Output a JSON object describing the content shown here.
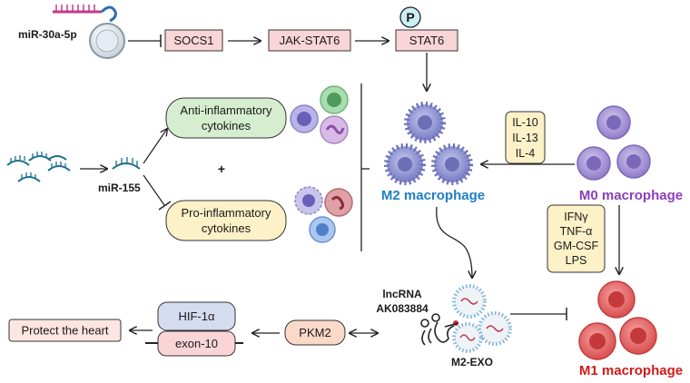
{
  "colors": {
    "pink_box": "#f9d5d8",
    "yellow_box": "#fdf1c8",
    "blue_box": "#d6dcef",
    "m2_label": "#1f7fc4",
    "m0_label": "#8b3fb8",
    "m1_label": "#d11a1a",
    "m2_cell": "#9a9ed8",
    "m0_cell": "#a998d6",
    "m1_cell": "#e96a6a"
  },
  "top_pathway": {
    "mirna": "miR-30a-5p",
    "socs1": "SOCS1",
    "jak_stat6": "JAK-STAT6",
    "stat6": "STAT6",
    "phospho": "P"
  },
  "mir155": {
    "label": "miR-155",
    "plus": "+",
    "anti": [
      "Anti-inflammatory",
      "cytokines"
    ],
    "pro": [
      "Pro-inflammatory",
      "cytokines"
    ]
  },
  "macrophages": {
    "m2": "M2 macrophage",
    "m0": "M0 macrophage",
    "m1": "M1 macrophage",
    "m2_inducers": [
      "IL-10",
      "IL-13",
      "IL-4"
    ],
    "m1_inducers": [
      "IFNγ",
      "TNF-α",
      "GM-CSF",
      "LPS"
    ]
  },
  "bottom_pathway": {
    "lncrna": [
      "lncRNA",
      "AK083884"
    ],
    "exo": "M2-EXO",
    "pkm2": "PKM2",
    "hif": "HIF-1α",
    "exon": "exon-10",
    "outcome": "Protect the heart"
  }
}
